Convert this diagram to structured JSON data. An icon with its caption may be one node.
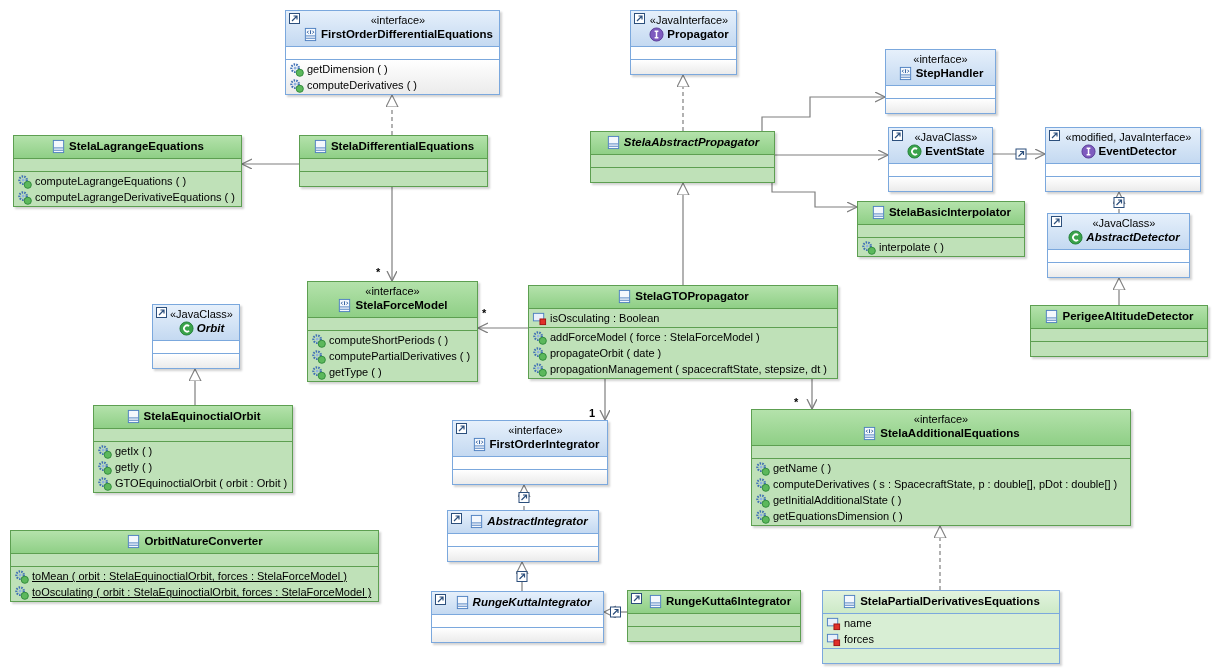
{
  "diagram": {
    "nodes": [
      {
        "text": [
          "«interface»",
          "FirstOrderDifferentialEquations",
          "getDimension ( )",
          "computeDerivatives ( )"
        ]
      },
      {
        "text": [
          "«JavaInterface»",
          "Propagator"
        ]
      },
      {
        "text": [
          "«interface»",
          "StepHandler"
        ]
      },
      {
        "text": [
          "StelaLagrangeEquations",
          "computeLagrangeEquations ( )",
          "computeLagrangeDerivativeEquations ( )"
        ]
      },
      {
        "text": [
          "StelaDifferentialEquations"
        ]
      },
      {
        "text": [
          "StelaAbstractPropagator"
        ]
      },
      {
        "text": [
          "«JavaClass»",
          "EventState"
        ]
      },
      {
        "text": [
          "«modified, JavaInterface»",
          "EventDetector"
        ]
      },
      {
        "text": [
          "StelaBasicInterpolator",
          "interpolate ( )"
        ]
      },
      {
        "text": [
          "«JavaClass»",
          "AbstractDetector"
        ]
      },
      {
        "text": [
          "«interface»",
          "StelaForceModel",
          "computeShortPeriods ( )",
          "computePartialDerivatives ( )",
          "getType ( )"
        ]
      },
      {
        "text": [
          "StelaGTOPropagator",
          "isOsculating : Boolean",
          "addForceModel ( force : StelaForceModel )",
          "propagateOrbit ( date )",
          "propagationManagement ( spacecraftState, stepsize, dt )"
        ]
      },
      {
        "text": [
          "PerigeeAltitudeDetector"
        ]
      },
      {
        "text": [
          "«JavaClass»",
          "Orbit"
        ]
      },
      {
        "text": [
          "StelaEquinoctialOrbit",
          "getIx ( )",
          "getIy ( )",
          "GTOEquinoctialOrbit ( orbit : Orbit )"
        ]
      },
      {
        "text": [
          "«interface»",
          "FirstOrderIntegrator"
        ]
      },
      {
        "text": [
          "«interface»",
          "StelaAdditionalEquations",
          "getName ( )",
          "computeDerivatives ( s : SpacecraftState, p : double[], pDot : double[] )",
          "getInitialAdditionalState ( )",
          "getEquationsDimension ( )"
        ]
      },
      {
        "text": [
          "AbstractIntegrator"
        ]
      },
      {
        "text": [
          "OrbitNatureConverter",
          "toMean ( orbit : StelaEquinoctialOrbit, forces : StelaForceModel )",
          "toOsculating ( orbit : StelaEquinoctialOrbit, forces : StelaForceModel )"
        ]
      },
      {
        "text": [
          "RungeKuttaIntegrator"
        ]
      },
      {
        "text": [
          "RungeKutta6Integrator"
        ]
      },
      {
        "text": [
          "StelaPartialDerivativesEquations",
          "name",
          "forces"
        ]
      }
    ],
    "edges": [
      {
        "from": 4,
        "to": 0,
        "arrow": "to",
        "style": "dashed"
      },
      {
        "from": 4,
        "to": 3,
        "arrow": "to"
      },
      {
        "from": 4,
        "to": 10,
        "arrow": "to",
        "label": "*"
      },
      {
        "from": 5,
        "to": 1,
        "arrow": "to",
        "style": "dashed"
      },
      {
        "from": 5,
        "to": 2,
        "arrow": "to"
      },
      {
        "from": 5,
        "to": 6,
        "arrow": "to"
      },
      {
        "from": 5,
        "to": 8,
        "arrow": "to"
      },
      {
        "from": 6,
        "to": 7,
        "arrow": "to"
      },
      {
        "from": 9,
        "to": 7,
        "arrow": "to",
        "style": "dashed"
      },
      {
        "from": 12,
        "to": 9,
        "arrow": "to"
      },
      {
        "from": 11,
        "to": 5,
        "arrow": "to"
      },
      {
        "from": 11,
        "to": 10,
        "arrow": "to",
        "label": "*"
      },
      {
        "from": 11,
        "to": 15,
        "arrow": "to",
        "label": "1"
      },
      {
        "from": 11,
        "to": 16,
        "arrow": "to",
        "label": "*"
      },
      {
        "from": 14,
        "to": 13,
        "arrow": "to"
      },
      {
        "from": 17,
        "to": 15,
        "arrow": "to",
        "style": "dashed"
      },
      {
        "from": 19,
        "to": 17,
        "arrow": "to"
      },
      {
        "from": 20,
        "to": 19,
        "arrow": "to"
      },
      {
        "from": 21,
        "to": 16,
        "arrow": "to",
        "style": "dashed"
      }
    ]
  }
}
